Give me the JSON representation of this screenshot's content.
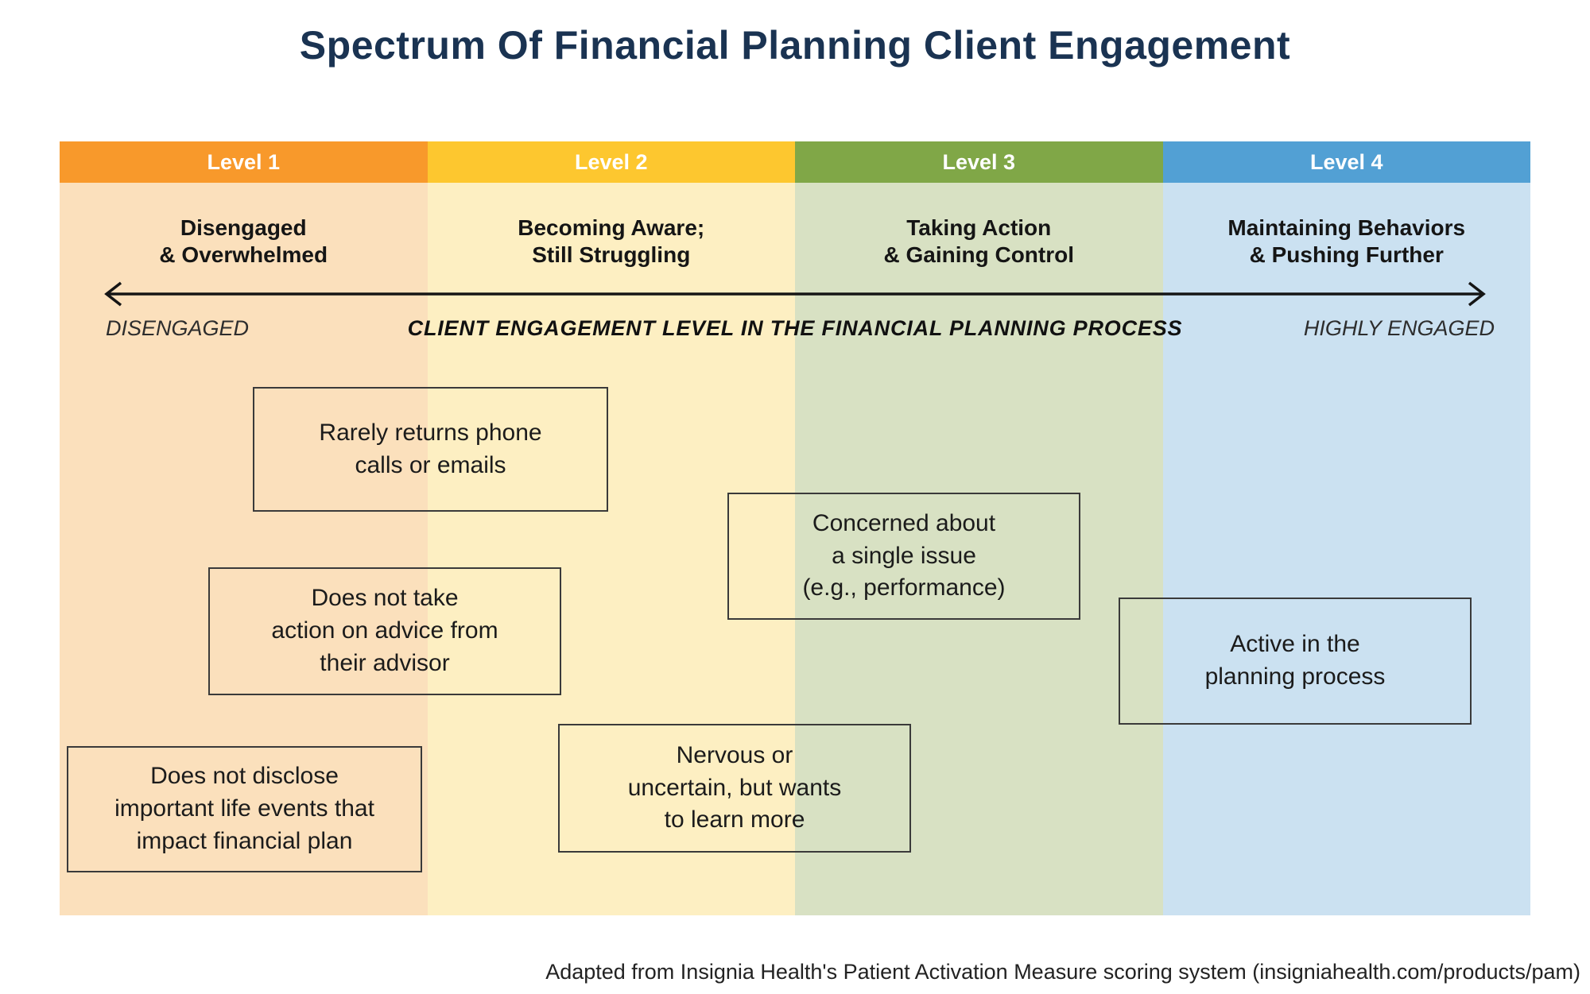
{
  "title": "Spectrum Of Financial Planning Client Engagement",
  "levels": [
    {
      "label": "Level 1",
      "header_color": "#F8992B",
      "column_color": "#FBE0BC",
      "subtitle_lines": [
        "Disengaged",
        "& Overwhelmed"
      ]
    },
    {
      "label": "Level 2",
      "header_color": "#FDC72F",
      "column_color": "#FDEFC2",
      "subtitle_lines": [
        "Becoming Aware;",
        "Still Struggling"
      ]
    },
    {
      "label": "Level 3",
      "header_color": "#80A747",
      "column_color": "#D8E1C3",
      "subtitle_lines": [
        "Taking Action",
        "& Gaining Control"
      ]
    },
    {
      "label": "Level 4",
      "header_color": "#52A0D4",
      "column_color": "#CBE1F1",
      "subtitle_lines": [
        "Maintaining Behaviors",
        "& Pushing Further"
      ]
    }
  ],
  "axis": {
    "left_label": "DISENGAGED",
    "center_label": "CLIENT ENGAGEMENT LEVEL IN THE FINANCIAL PLANNING PROCESS",
    "right_label": "HIGHLY ENGAGED",
    "arrow_color": "#151515"
  },
  "boxes": [
    {
      "id": "rarely-returns",
      "lines": [
        "Rarely returns phone",
        "calls or emails"
      ]
    },
    {
      "id": "concerned-single-issue",
      "lines": [
        "Concerned about",
        "a single issue",
        "(e.g., performance)"
      ]
    },
    {
      "id": "no-action-on-advice",
      "lines": [
        "Does not take",
        "action on advice from",
        "their advisor"
      ]
    },
    {
      "id": "active-in-planning",
      "lines": [
        "Active in the",
        "planning process"
      ]
    },
    {
      "id": "does-not-disclose",
      "lines": [
        "Does not disclose",
        "important life events that",
        "impact financial plan"
      ]
    },
    {
      "id": "nervous-uncertain",
      "lines": [
        "Nervous or",
        "uncertain, but wants",
        "to learn more"
      ]
    }
  ],
  "footer": "Adapted from Insignia Health's Patient Activation Measure scoring system (insigniahealth.com/products/pam)"
}
